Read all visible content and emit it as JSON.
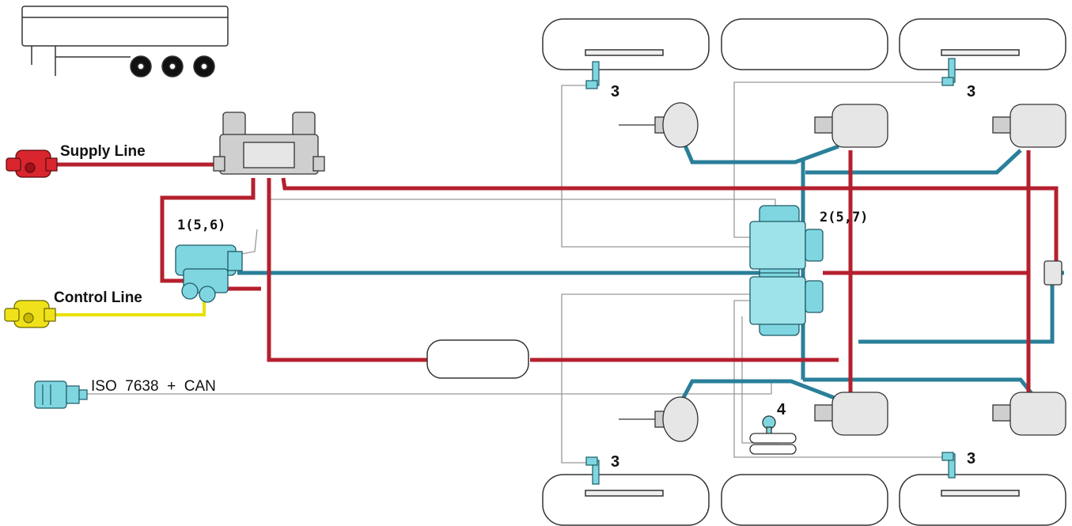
{
  "labels": {
    "supply_line": "Supply Line",
    "control_line": "Control Line",
    "iso_can": "ISO  7638  +  CAN",
    "component_1": "1(5,6)",
    "component_2": "2(5,7)",
    "sensor_3": "3",
    "component_4": "4"
  },
  "colors": {
    "supply": "#b5202e",
    "control_yellow": "#e8e000",
    "brake_blue": "#2a7f9a",
    "component_cyan": "#7fd6e0",
    "outline": "#333333",
    "wire": "#999999"
  },
  "icons": {
    "supply_coupling": "red-coupling-head-icon",
    "control_coupling": "yellow-coupling-head-icon",
    "iso_connector": "iso-connector-icon",
    "trailer": "trailer-icon"
  }
}
